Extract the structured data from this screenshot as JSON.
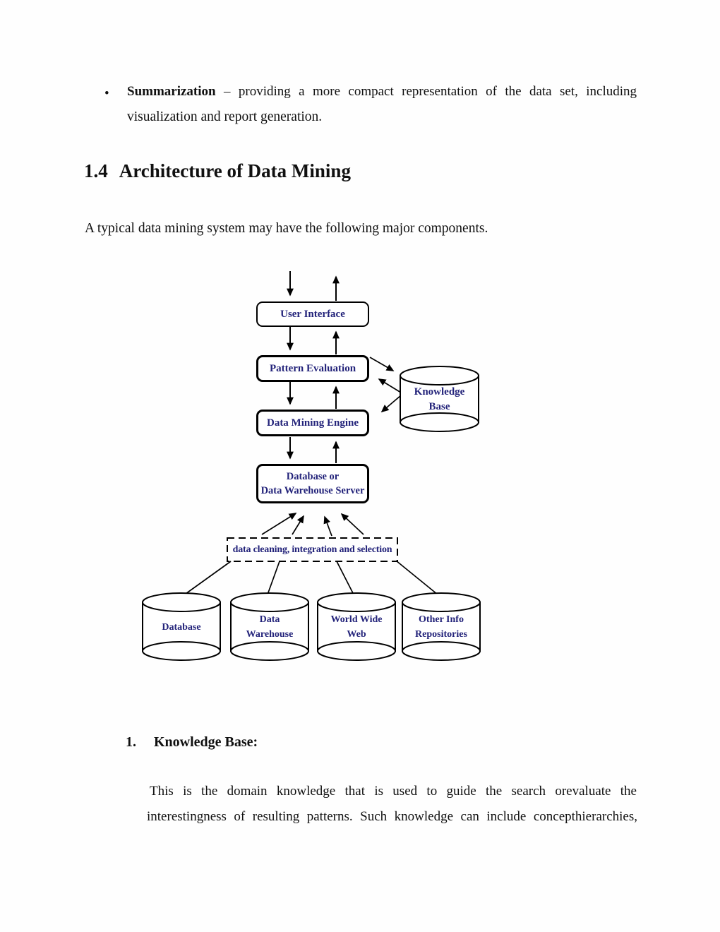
{
  "page": {
    "bullet": {
      "marker": "•",
      "term": "Summarization",
      "line1_rest": " – providing a more compact representation of the data set, including",
      "line2": "visualization and report generation."
    },
    "heading": {
      "number": "1.4",
      "title": "Architecture of Data Mining"
    },
    "intro": "A typical data mining system may have the following major components.",
    "section": {
      "number": "1.",
      "title": "Knowledge Base:"
    },
    "paragraph": {
      "line1": "This is the domain knowledge that is used to guide the search orevaluate the",
      "line2": "interestingness of resulting patterns. Such knowledge can include concepthierarchies,"
    }
  },
  "diagram": {
    "boxes": {
      "user_interface": "User Interface",
      "pattern_evaluation": "Pattern Evaluation",
      "data_mining_engine": "Data Mining Engine",
      "db_server_line1": "Database or",
      "db_server_line2": "Data Warehouse Server"
    },
    "dashed_label": "data cleaning, integration and selection",
    "knowledge_base": {
      "line1": "Knowledge",
      "line2": "Base"
    },
    "cylinders": [
      {
        "line1": "Database",
        "line2": ""
      },
      {
        "line1": "Data",
        "line2": "Warehouse"
      },
      {
        "line1": "World Wide",
        "line2": "Web"
      },
      {
        "line1": "Other Info",
        "line2": "Repositories"
      }
    ],
    "colors": {
      "label": "#23237a",
      "stroke": "#000000"
    }
  }
}
